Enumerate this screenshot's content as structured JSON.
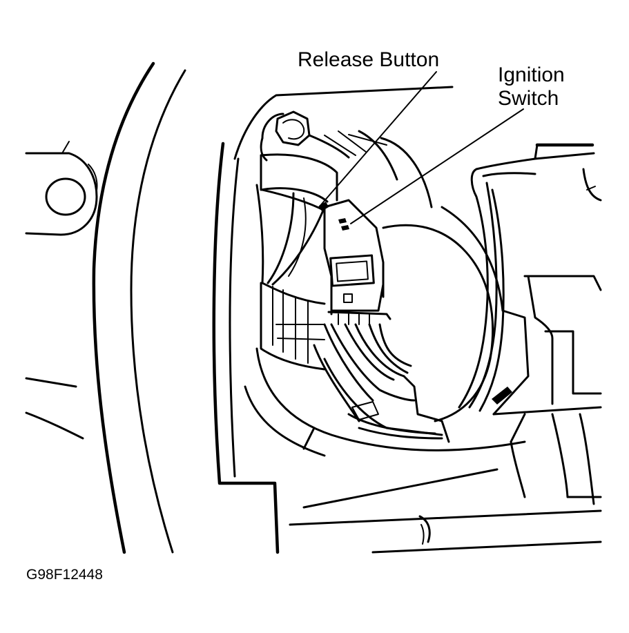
{
  "labels": {
    "release_button": "Release Button",
    "ignition_switch_line1": "Ignition",
    "ignition_switch_line2": "Switch"
  },
  "figure_id": "G98F12448"
}
